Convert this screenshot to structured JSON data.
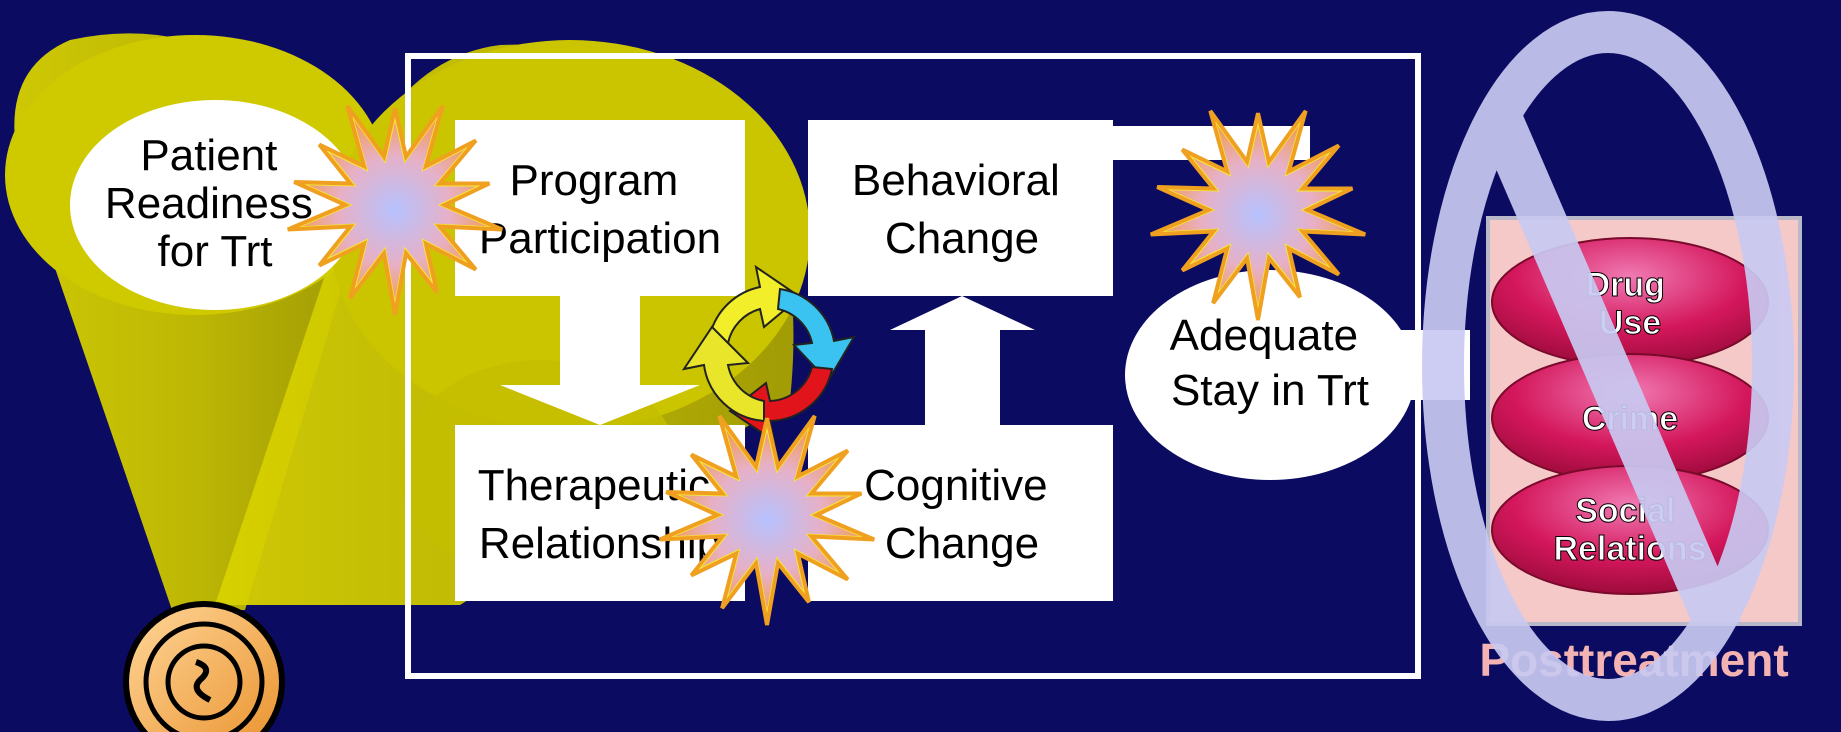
{
  "diagram": {
    "nodes": {
      "patient_readiness": [
        "Patient",
        "Readiness",
        "for Trt"
      ],
      "program_participation": [
        "Program",
        "Participation"
      ],
      "behavioral_change": [
        "Behavioral",
        "Change"
      ],
      "therapeutic_relationship": [
        "Therapeutic",
        "Relationship"
      ],
      "cognitive_change": [
        "Cognitive",
        "Change"
      ],
      "adequate_stay": [
        "Adequate",
        "Stay in Trt"
      ]
    },
    "outcomes": {
      "items": [
        [
          "Drug",
          "Use"
        ],
        [
          "Crime"
        ],
        [
          "Social",
          "Relations"
        ]
      ],
      "caption": "Posttreatment"
    }
  },
  "colors": {
    "background": "#0b0b62",
    "spotlight": "#c9c300",
    "box": "#ffffff",
    "frame": "#ffffff",
    "outcome_panel": "#f6c9c9",
    "outcome_pill": "#c8104a",
    "prohibition": "#c9c9f2",
    "starburst_fill": "#c7bfe9",
    "starburst_edge": "#f6a64a"
  },
  "icons": [
    "spotlight-lamp-icon",
    "cycle-arrows-icon",
    "starburst-icon",
    "prohibition-sign-icon"
  ]
}
